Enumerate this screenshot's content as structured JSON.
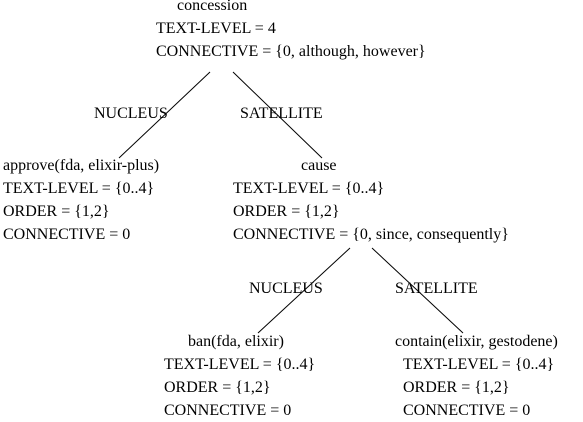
{
  "root": {
    "relation": "concession",
    "text_level": "TEXT-LEVEL = 4",
    "connective": "CONNECTIVE = {0, although, however}"
  },
  "root_edges": {
    "left": "NUCLEUS",
    "right": "SATELLITE"
  },
  "nucleus": {
    "label": "approve(fda, elixir-plus)",
    "text_level": "TEXT-LEVEL = {0..4}",
    "order": "ORDER = {1,2}",
    "connective": "CONNECTIVE = 0"
  },
  "cause": {
    "relation": "cause",
    "text_level": "TEXT-LEVEL = {0..4}",
    "order": "ORDER = {1,2}",
    "connective": "CONNECTIVE = {0, since, consequently}"
  },
  "cause_edges": {
    "left": "NUCLEUS",
    "right": "SATELLITE"
  },
  "ban": {
    "label": "ban(fda, elixir)",
    "text_level": "TEXT-LEVEL = {0..4}",
    "order": "ORDER = {1,2}",
    "connective": "CONNECTIVE = 0"
  },
  "contain": {
    "label": "contain(elixir, gestodene)",
    "text_level": "TEXT-LEVEL = {0..4}",
    "order": "ORDER = {1,2}",
    "connective": "CONNECTIVE = 0"
  }
}
